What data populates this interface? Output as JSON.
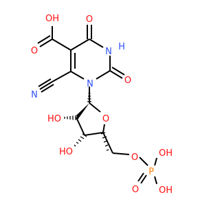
{
  "colors": {
    "bond": "#000000",
    "oxygen": "#ff0d0d",
    "nitrogen": "#3050f8",
    "phosphorus": "#ff8000",
    "background": "#ffffff"
  },
  "molecule": {
    "atom_labels": {
      "cooh_oh": "OH",
      "cooh_o": "O",
      "c4_o": "O",
      "n3h": "H",
      "n3": "N",
      "n1": "N",
      "c2_o": "O",
      "nitrile_n": "N",
      "ho_2prime": "HO",
      "ring_o": "O",
      "ho_3prime": "HO",
      "o5prime": "O",
      "p": "P",
      "p_oh1": "OH",
      "p_oh2": "OH",
      "p_o": "O"
    }
  }
}
